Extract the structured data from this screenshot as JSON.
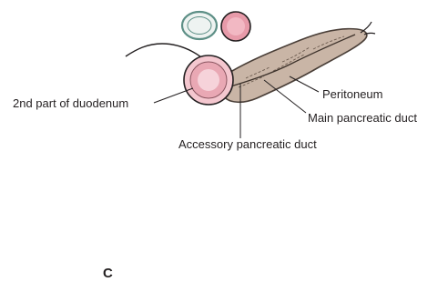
{
  "labels": {
    "duodenum": "2nd part of duodenum",
    "peritoneum": "Peritoneum",
    "main_duct": "Main pancreatic duct",
    "accessory_duct": "Accessory pancreatic duct"
  },
  "panel_letter": "C",
  "colors": {
    "pancreas_fill": "#c9b5a6",
    "pancreas_stroke": "#4a3f38",
    "duodenum_fill": "#f4c7cf",
    "duodenum_wall": "#e9a8b4",
    "artery_fill": "#e79aa9",
    "vein_fill": "#eef3f1",
    "vein_stroke": "#5d8f86",
    "line": "#231f20"
  }
}
